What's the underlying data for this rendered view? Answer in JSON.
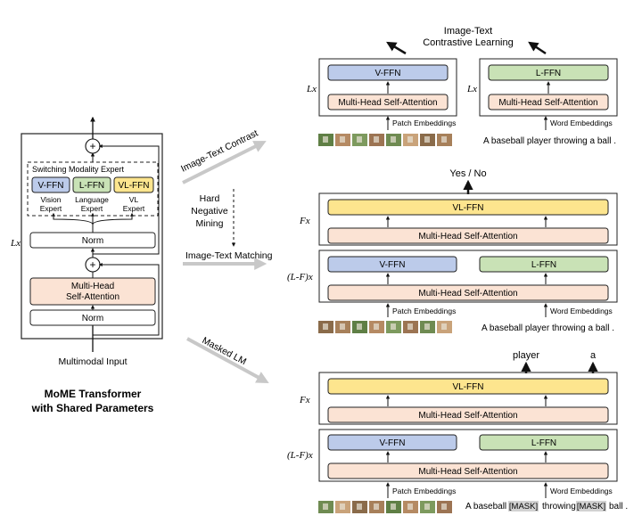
{
  "colors": {
    "vffn": "#bccbea",
    "lffn": "#c9e2b6",
    "vlffn": "#fde58e",
    "attention": "#fbe3d4",
    "frame": "#222222",
    "arrow_gray": "#c8c8c8"
  },
  "left": {
    "title_line1": "MoME Transformer",
    "title_line2": "with Shared Parameters",
    "input_label": "Multimodal Input",
    "lx": "Lx",
    "norm_top": "Norm",
    "norm_bottom": "Norm",
    "attention_line1": "Multi-Head",
    "attention_line2": "Self-Attention",
    "switch_title": "Switching Modality Expert",
    "vffn": "V-FFN",
    "lffn": "L-FFN",
    "vlffn": "VL-FFN",
    "vision_1": "Vision",
    "vision_2": "Expert",
    "language_1": "Language",
    "language_2": "Expert",
    "vl_1": "VL",
    "vl_2": "Expert",
    "plus": "+"
  },
  "middle": {
    "contrast": "Image-Text Contrast",
    "hard_1": "Hard",
    "hard_2": "Negative",
    "hard_3": "Mining",
    "matching": "Image-Text Matching",
    "masked": "Masked LM"
  },
  "itc": {
    "title_1": "Image-Text",
    "title_2": "Contrastive Learning",
    "left_lx": "Lx",
    "right_lx": "Lx",
    "vffn": "V-FFN",
    "lffn": "L-FFN",
    "attn_left": "Multi-Head Self-Attention",
    "attn_right": "Multi-Head Self-Attention",
    "patch": "Patch Embeddings",
    "word": "Word Embeddings",
    "sentence": "A baseball player throwing a ball ."
  },
  "itm": {
    "yesno": "Yes / No",
    "fx": "Fx",
    "lfx": "(L-F)x",
    "vlffn": "VL-FFN",
    "attn_top": "Multi-Head Self-Attention",
    "vffn": "V-FFN",
    "lffn": "L-FFN",
    "attn_bottom": "Multi-Head Self-Attention",
    "patch": "Patch Embeddings",
    "word": "Word Embeddings",
    "sentence": "A baseball player throwing a ball ."
  },
  "mlm": {
    "out_1": "player",
    "out_2": "a",
    "fx": "Fx",
    "lfx": "(L-F)x",
    "vlffn": "VL-FFN",
    "attn_top": "Multi-Head Self-Attention",
    "vffn": "V-FFN",
    "lffn": "L-FFN",
    "attn_bottom": "Multi-Head Self-Attention",
    "patch": "Patch Embeddings",
    "word": "Word Embeddings",
    "sent_a": "A baseball",
    "mask_1": "[MASK]",
    "sent_b": "throwing",
    "mask_2": "[MASK]",
    "sent_c": "ball ."
  }
}
